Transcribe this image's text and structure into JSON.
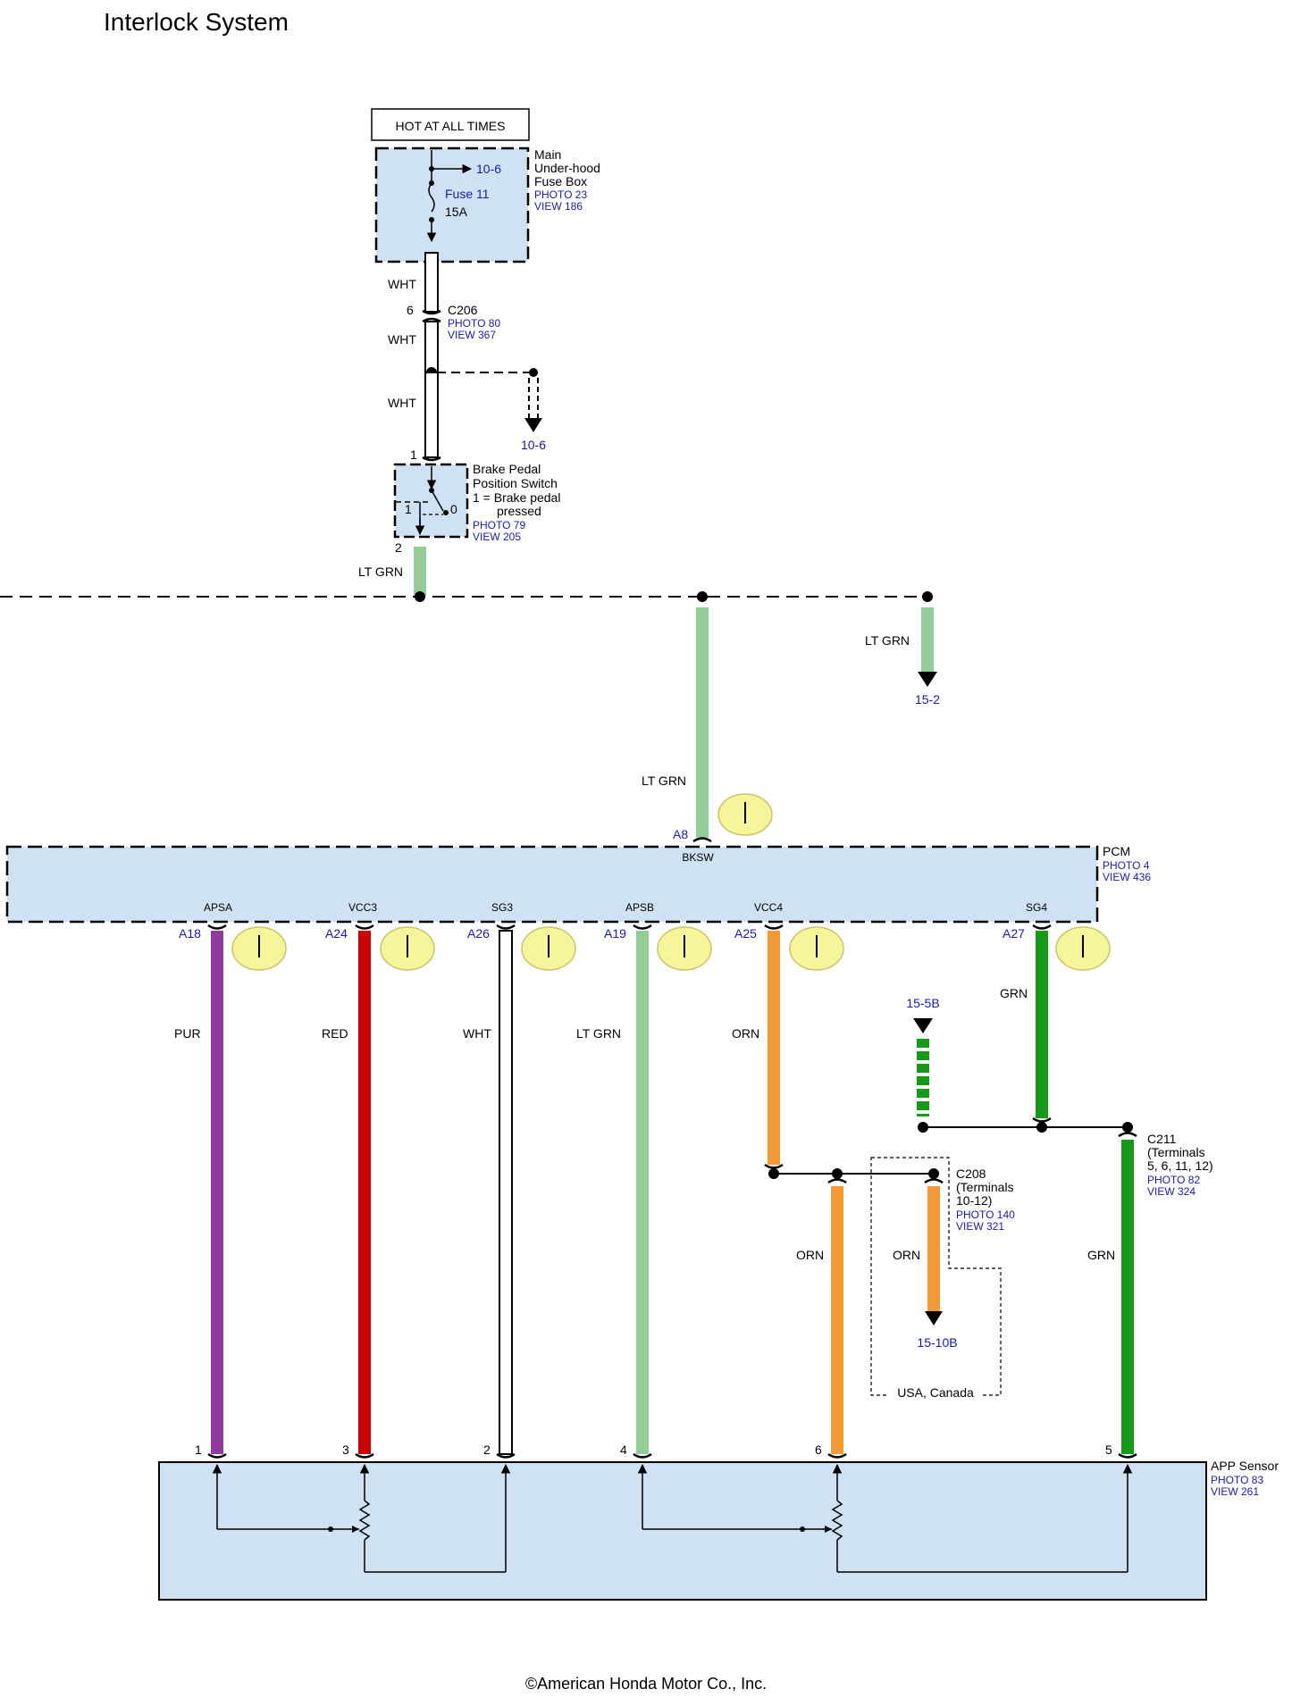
{
  "title": "Interlock System",
  "copyright": "©American Honda Motor Co., Inc.",
  "colors": {
    "wht": "#ffffff",
    "ltgrn": "#93cc96",
    "grn": "#169916",
    "pur": "#8f3a9c",
    "red": "#cc0000",
    "orn": "#f29a38",
    "comp_fill": "#cfe2f3",
    "link": "#1a1aa6",
    "probe": "#f7f59b"
  },
  "fusebox": {
    "hot": "HOT AT ALL TIMES",
    "lines": [
      "Main",
      "Under-hood",
      "Fuse Box"
    ],
    "photo": "PHOTO 23",
    "view": "VIEW 186",
    "fuse_label": "Fuse 11",
    "fuse_amp": "15A",
    "out_ref": "10-6"
  },
  "wire_upper": {
    "wht1": "WHT",
    "wht2": "WHT",
    "wht3": "WHT",
    "ltgrn": "LT GRN"
  },
  "c206": {
    "name": "C206",
    "pin": "6",
    "photo": "PHOTO 80",
    "view": "VIEW 367"
  },
  "branch_ref": "10-6",
  "brake_switch": {
    "lines": [
      "Brake Pedal",
      "Position Switch",
      "1 = Brake pedal",
      "pressed"
    ],
    "photo": "PHOTO 79",
    "view": "VIEW 205",
    "pin_top": "1",
    "pin_bottom": "2",
    "pos1": "1",
    "pos0": "0"
  },
  "right_branch": {
    "wire": "LT GRN",
    "ref": "15-2"
  },
  "pcm_input": {
    "wire": "LT GRN",
    "terminal": "A8",
    "signal": "BKSW"
  },
  "pcm": {
    "name": "PCM",
    "photo": "PHOTO 4",
    "view": "VIEW 436"
  },
  "pcm_outputs": [
    {
      "signal": "APSA",
      "terminal": "A18",
      "wire": "PUR"
    },
    {
      "signal": "VCC3",
      "terminal": "A24",
      "wire": "RED"
    },
    {
      "signal": "SG3",
      "terminal": "A26",
      "wire": "WHT"
    },
    {
      "signal": "APSB",
      "terminal": "A19",
      "wire": "LT GRN"
    },
    {
      "signal": "VCC4",
      "terminal": "A25",
      "wire": "ORN"
    },
    {
      "signal": "SG4",
      "terminal": "A27",
      "wire": "GRN"
    }
  ],
  "ref_15_5b": "15-5B",
  "c211": {
    "name": "C211",
    "lines": [
      "(Terminals",
      "5, 6, 11, 12)"
    ],
    "photo": "PHOTO 82",
    "view": "VIEW 324",
    "wire": "GRN"
  },
  "c208": {
    "name": "C208",
    "lines": [
      "(Terminals",
      "10-12)"
    ],
    "photo": "PHOTO 140",
    "view": "VIEW 321",
    "wire_main": "ORN",
    "wire_branch": "ORN",
    "ref": "15-10B",
    "region": "USA, Canada"
  },
  "app_sensor": {
    "name": "APP Sensor",
    "photo": "PHOTO 83",
    "view": "VIEW 261",
    "pins": [
      "1",
      "3",
      "2",
      "4",
      "6",
      "5"
    ]
  }
}
